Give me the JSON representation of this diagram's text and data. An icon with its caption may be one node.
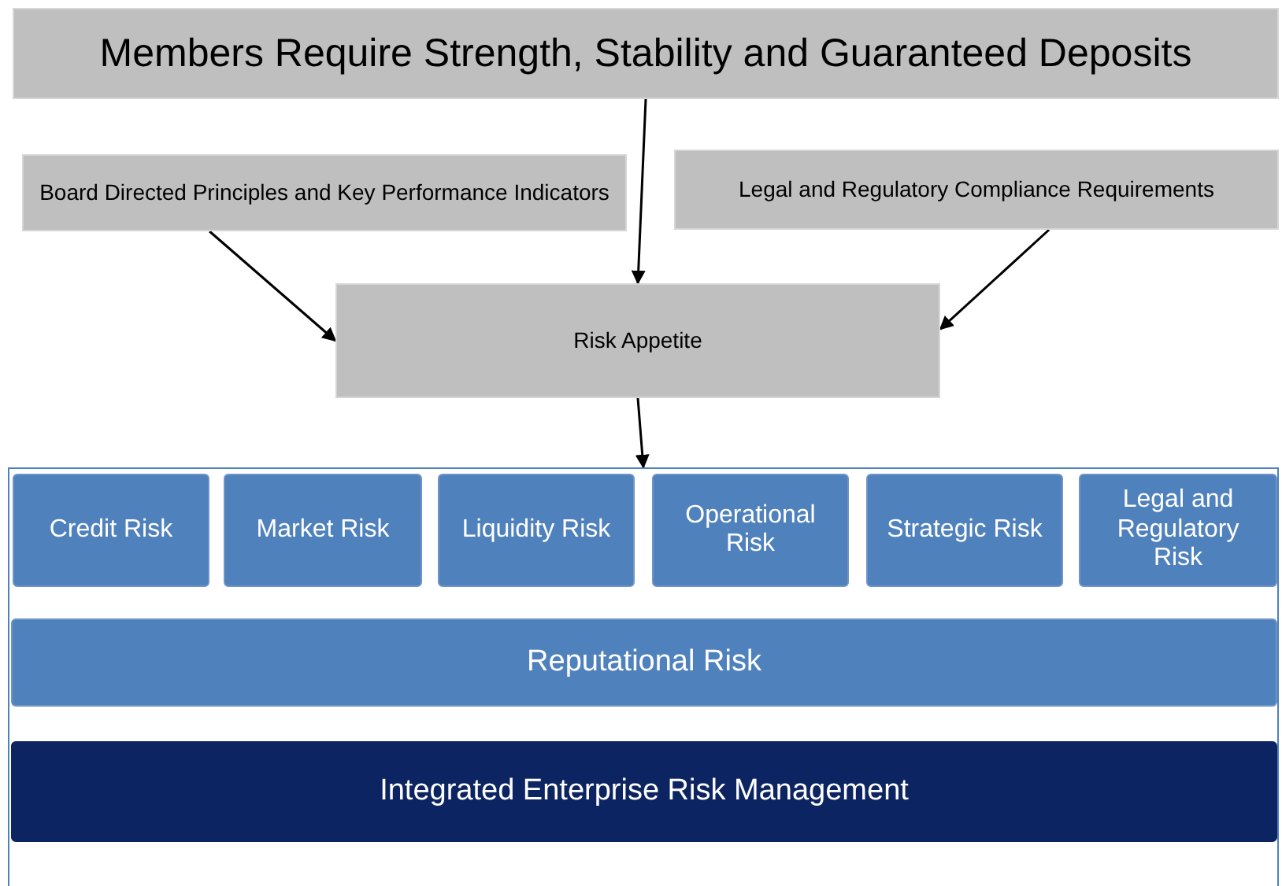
{
  "diagram": {
    "nodes": [
      {
        "text": [
          "Members Require Strength, Stability and Guaranteed Deposits"
        ]
      },
      {
        "text": [
          "Board Directed Principles and Key Performance Indicators"
        ]
      },
      {
        "text": [
          "Legal and Regulatory Compliance Requirements"
        ]
      },
      {
        "text": [
          "Risk Appetite"
        ]
      },
      {
        "text": [],
        "shape": "box"
      },
      {
        "text": [
          "Credit Risk"
        ],
        "in": 4
      },
      {
        "text": [
          "Market Risk"
        ],
        "in": 4
      },
      {
        "text": [
          "Liquidity Risk"
        ],
        "in": 4
      },
      {
        "text": [
          "Operational Risk"
        ],
        "in": 4
      },
      {
        "text": [
          "Strategic Risk"
        ],
        "in": 4
      },
      {
        "text": [
          "Legal and Regulatory Risk"
        ],
        "in": 4
      },
      {
        "text": [
          "Reputational Risk"
        ],
        "in": 4
      },
      {
        "text": [
          "Integrated Enterprise Risk Management"
        ],
        "in": 4
      }
    ],
    "edges": [
      {
        "from": 0,
        "to": 3,
        "arrow": "to"
      },
      {
        "from": 1,
        "to": 3,
        "arrow": "to"
      },
      {
        "from": 2,
        "to": 3,
        "arrow": "to"
      },
      {
        "from": 3,
        "to": 4,
        "arrow": "to"
      }
    ]
  }
}
